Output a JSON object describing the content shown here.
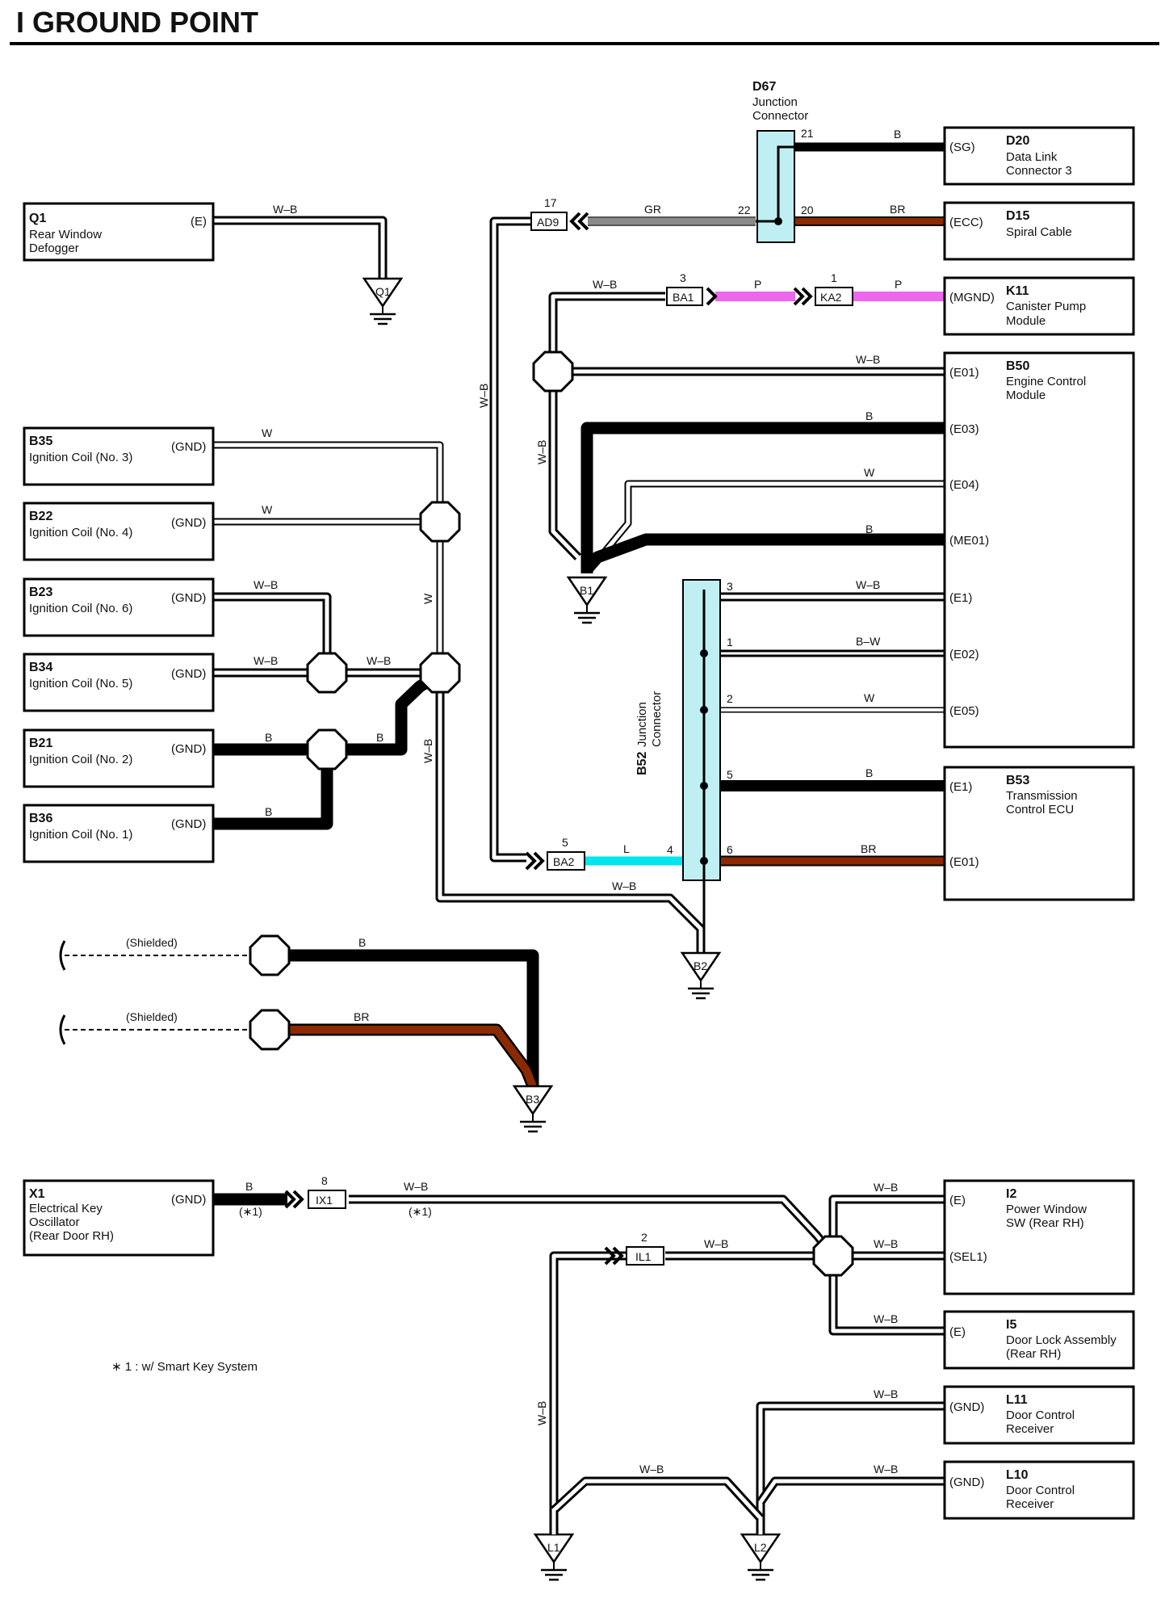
{
  "page": {
    "title": "I   GROUND POINT"
  },
  "colors": {
    "black": "#000000",
    "brown": "#8b2a00",
    "gray": "#808080",
    "pink": "#ee66ee",
    "cyan": "#00e5ee",
    "jc_fill": "#bfeff3"
  },
  "components": {
    "Q1": {
      "id": "Q1",
      "lines": [
        "Rear Window",
        "Defogger"
      ],
      "pins": [
        "(E)"
      ]
    },
    "B35": {
      "id": "B35",
      "lines": [
        "Ignition Coil (No. 3)"
      ],
      "pins": [
        "(GND)"
      ]
    },
    "B22": {
      "id": "B22",
      "lines": [
        "Ignition Coil (No. 4)"
      ],
      "pins": [
        "(GND)"
      ]
    },
    "B23": {
      "id": "B23",
      "lines": [
        "Ignition Coil (No. 6)"
      ],
      "pins": [
        "(GND)"
      ]
    },
    "B34": {
      "id": "B34",
      "lines": [
        "Ignition Coil (No. 5)"
      ],
      "pins": [
        "(GND)"
      ]
    },
    "B21": {
      "id": "B21",
      "lines": [
        "Ignition Coil (No. 2)"
      ],
      "pins": [
        "(GND)"
      ]
    },
    "B36": {
      "id": "B36",
      "lines": [
        "Ignition Coil (No. 1)"
      ],
      "pins": [
        "(GND)"
      ]
    },
    "D20": {
      "id": "D20",
      "lines": [
        "Data Link",
        "Connector 3"
      ],
      "pins": [
        "(SG)"
      ]
    },
    "D15": {
      "id": "D15",
      "lines": [
        "Spiral Cable"
      ],
      "pins": [
        "(ECC)"
      ]
    },
    "K11": {
      "id": "K11",
      "lines": [
        "Canister Pump",
        "Module"
      ],
      "pins": [
        "(MGND)"
      ]
    },
    "B50": {
      "id": "B50",
      "lines": [
        "Engine Control",
        "Module"
      ],
      "pins": [
        "(E01)",
        "(E03)",
        "(E04)",
        "(ME01)",
        "(E1)",
        "(E02)",
        "(E05)"
      ]
    },
    "B53": {
      "id": "B53",
      "lines": [
        "Transmission",
        "Control ECU"
      ],
      "pins": [
        "(E1)",
        "(E01)"
      ]
    },
    "X1": {
      "id": "X1",
      "lines": [
        "Electrical Key",
        "Oscillator",
        "(Rear Door RH)"
      ],
      "pins": [
        "(GND)"
      ]
    },
    "I2": {
      "id": "I2",
      "lines": [
        "Power Window",
        "SW (Rear RH)"
      ],
      "pins": [
        "(E)",
        "(SEL1)"
      ]
    },
    "I5": {
      "id": "I5",
      "lines": [
        "Door Lock Assembly",
        "(Rear RH)"
      ],
      "pins": [
        "(E)"
      ]
    },
    "L11": {
      "id": "L11",
      "lines": [
        "Door Control",
        "Receiver"
      ],
      "pins": [
        "(GND)"
      ]
    },
    "L10": {
      "id": "L10",
      "lines": [
        "Door Control",
        "Receiver"
      ],
      "pins": [
        "(GND)"
      ]
    }
  },
  "junctions": {
    "D67": {
      "id": "D67",
      "lines": [
        "Junction",
        "Connector"
      ],
      "pins": [
        "21",
        "22",
        "20"
      ]
    },
    "B52": {
      "id": "B52",
      "lines": [
        "Junction",
        "Connector"
      ],
      "pins": [
        "3",
        "1",
        "2",
        "5",
        "6",
        "4"
      ]
    }
  },
  "connectors": {
    "AD9": {
      "name": "AD9",
      "pin": "17"
    },
    "BA1": {
      "name": "BA1",
      "pin": "3"
    },
    "KA2": {
      "name": "KA2",
      "pin": "1"
    },
    "BA2": {
      "name": "BA2",
      "pin": "5"
    },
    "IX1": {
      "name": "IX1",
      "pin": "8"
    },
    "IL1": {
      "name": "IL1",
      "pin": "2"
    }
  },
  "grounds": {
    "Q1": "Q1",
    "B1": "B1",
    "B2": "B2",
    "B3": "B3",
    "L1": "L1",
    "L2": "L2"
  },
  "wires": {
    "q1": "W–B",
    "d20": "B",
    "d15": "BR",
    "gr": "GR",
    "ba1": "W–B",
    "p1": "P",
    "p2": "P",
    "e01": "W–B",
    "e03": "B",
    "e04": "W",
    "me01": "B",
    "vert_ad9": "W–B",
    "vert_b1": "W–B",
    "b35": "W",
    "b22": "W",
    "b23": "W–B",
    "b34": "W–B",
    "b34b": "W–B",
    "b21": "B",
    "b21b": "B",
    "b36": "B",
    "w_vert": "W",
    "wb_vert": "W–B",
    "b52_e1": "W–B",
    "b52_e02": "B–W",
    "b52_e05": "W",
    "b53_e1": "B",
    "b53_e01": "BR",
    "ba2": "L",
    "b2": "W–B",
    "sh1": "(Shielded)",
    "sh1c": "B",
    "sh2": "(Shielded)",
    "sh2c": "BR",
    "x1": "B",
    "x1n": "(∗1)",
    "ix1": "W–B",
    "ix1n": "(∗1)",
    "il1": "W–B",
    "i2e": "W–B",
    "i2sel": "W–B",
    "i5": "W–B",
    "l11": "W–B",
    "l10": "W–B",
    "l1l2": "W–B",
    "l1vert": "W–B"
  },
  "note": "∗ 1 : w/ Smart Key System"
}
